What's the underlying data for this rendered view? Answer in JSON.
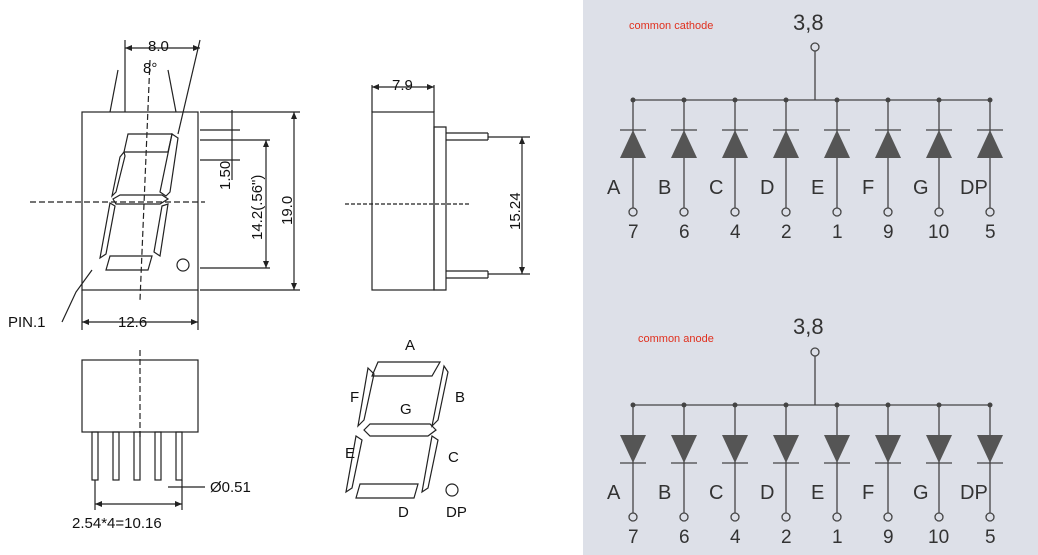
{
  "mechanical": {
    "width_top": "8.0",
    "angle": "8°",
    "seg_offset": "1.50",
    "digit_height": "14.2(.56\")",
    "height": "19.0",
    "depth": "7.9",
    "pin_row": "15.24",
    "pin1": "PIN.1",
    "width_bottom": "12.6",
    "pin_dia": "Ø0.51",
    "pitch": "2.54*4=10.16"
  },
  "segments": {
    "A": "A",
    "B": "B",
    "C": "C",
    "D": "D",
    "E": "E",
    "F": "F",
    "G": "G",
    "DP": "DP"
  },
  "common_cathode": {
    "title": "common cathode",
    "common_pins": "3,8",
    "labels": [
      "A",
      "B",
      "C",
      "D",
      "E",
      "F",
      "G",
      "DP"
    ],
    "pins": [
      "7",
      "6",
      "4",
      "2",
      "1",
      "9",
      "10",
      "5"
    ]
  },
  "common_anode": {
    "title": "common anode",
    "common_pins": "3,8",
    "labels": [
      "A",
      "B",
      "C",
      "D",
      "E",
      "F",
      "G",
      "DP"
    ],
    "pins": [
      "7",
      "6",
      "4",
      "2",
      "1",
      "9",
      "10",
      "5"
    ]
  },
  "colors": {
    "panel": "#dde0e8",
    "title_red": "#e0301e",
    "diode": "#555555"
  }
}
